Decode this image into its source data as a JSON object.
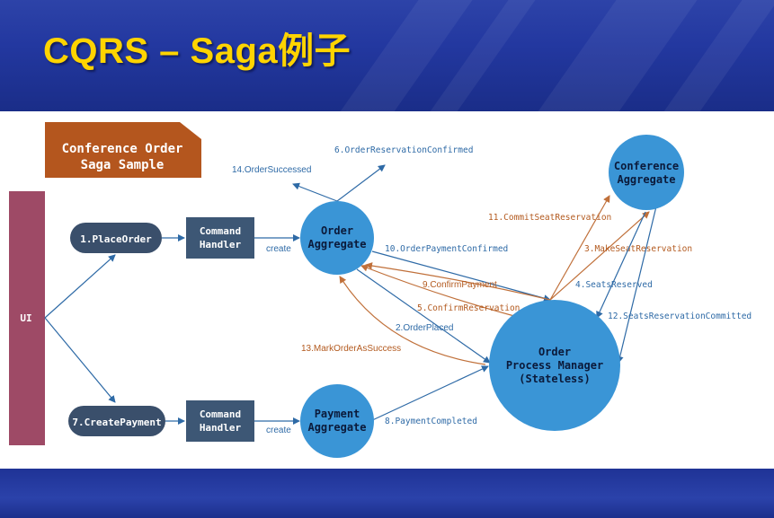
{
  "title": "CQRS – Saga例子",
  "banner": {
    "line1": "Conference Order",
    "line2": "Saga Sample"
  },
  "nodes": {
    "ui": "UI",
    "place_order": "1.PlaceOrder",
    "create_payment": "7.CreatePayment",
    "command_handler_top": {
      "line1": "Command",
      "line2": "Handler"
    },
    "command_handler_bottom": {
      "line1": "Command",
      "line2": "Handler"
    },
    "order_aggregate": {
      "line1": "Order",
      "line2": "Aggregate"
    },
    "payment_aggregate": {
      "line1": "Payment",
      "line2": "Aggregate"
    },
    "conference_aggregate": {
      "line1": "Conference",
      "line2": "Aggregate"
    },
    "process_manager": {
      "line1": "Order",
      "line2": "Process Manager",
      "line3": "(Stateless)"
    }
  },
  "edge_labels": {
    "create_top": "create",
    "create_bottom": "create",
    "order_successed": "14.OrderSuccessed",
    "order_reservation_confirmed": "6.OrderReservationConfirmed",
    "commit_seat_reservation": "11.CommitSeatReservation",
    "make_seat_reservation": "3.MakeSeatReservation",
    "order_payment_confirmed": "10.OrderPaymentConfirmed",
    "seats_reserved": "4.SeatsReserved",
    "confirm_payment": "9.ConfirmPayment",
    "confirm_reservation": "5.ConfirmReservation",
    "seats_reservation_committed": "12.SeatsReservationCommitted",
    "order_placed": "2.OrderPlaced",
    "mark_order_success": "13.MarkOrderAsSuccess",
    "payment_completed": "8.PaymentCompleted"
  },
  "colors": {
    "title": "#ffd400",
    "banner": "#b4561e",
    "ui_bar": "#9e4a66",
    "pill": "#3a4f6b",
    "handler": "#3d5775",
    "circle": "#3a95d6",
    "blue_line": "#2e6aa6",
    "orange_line": "#c0703a"
  }
}
